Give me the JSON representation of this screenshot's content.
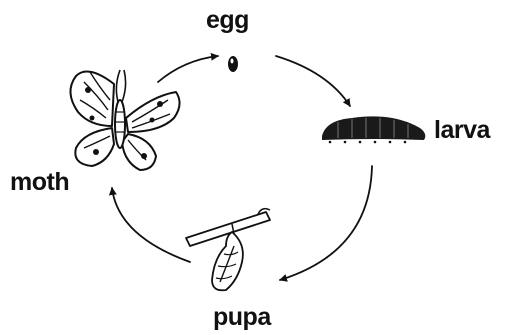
{
  "labels": {
    "egg": "egg",
    "larva": "larva",
    "pupa": "pupa",
    "moth": "moth"
  },
  "colors": {
    "ink": "#111111",
    "background": "#ffffff"
  },
  "icons": {
    "egg": "egg-icon",
    "larva": "larva-icon",
    "pupa": "pupa-icon",
    "moth": "moth-icon"
  }
}
